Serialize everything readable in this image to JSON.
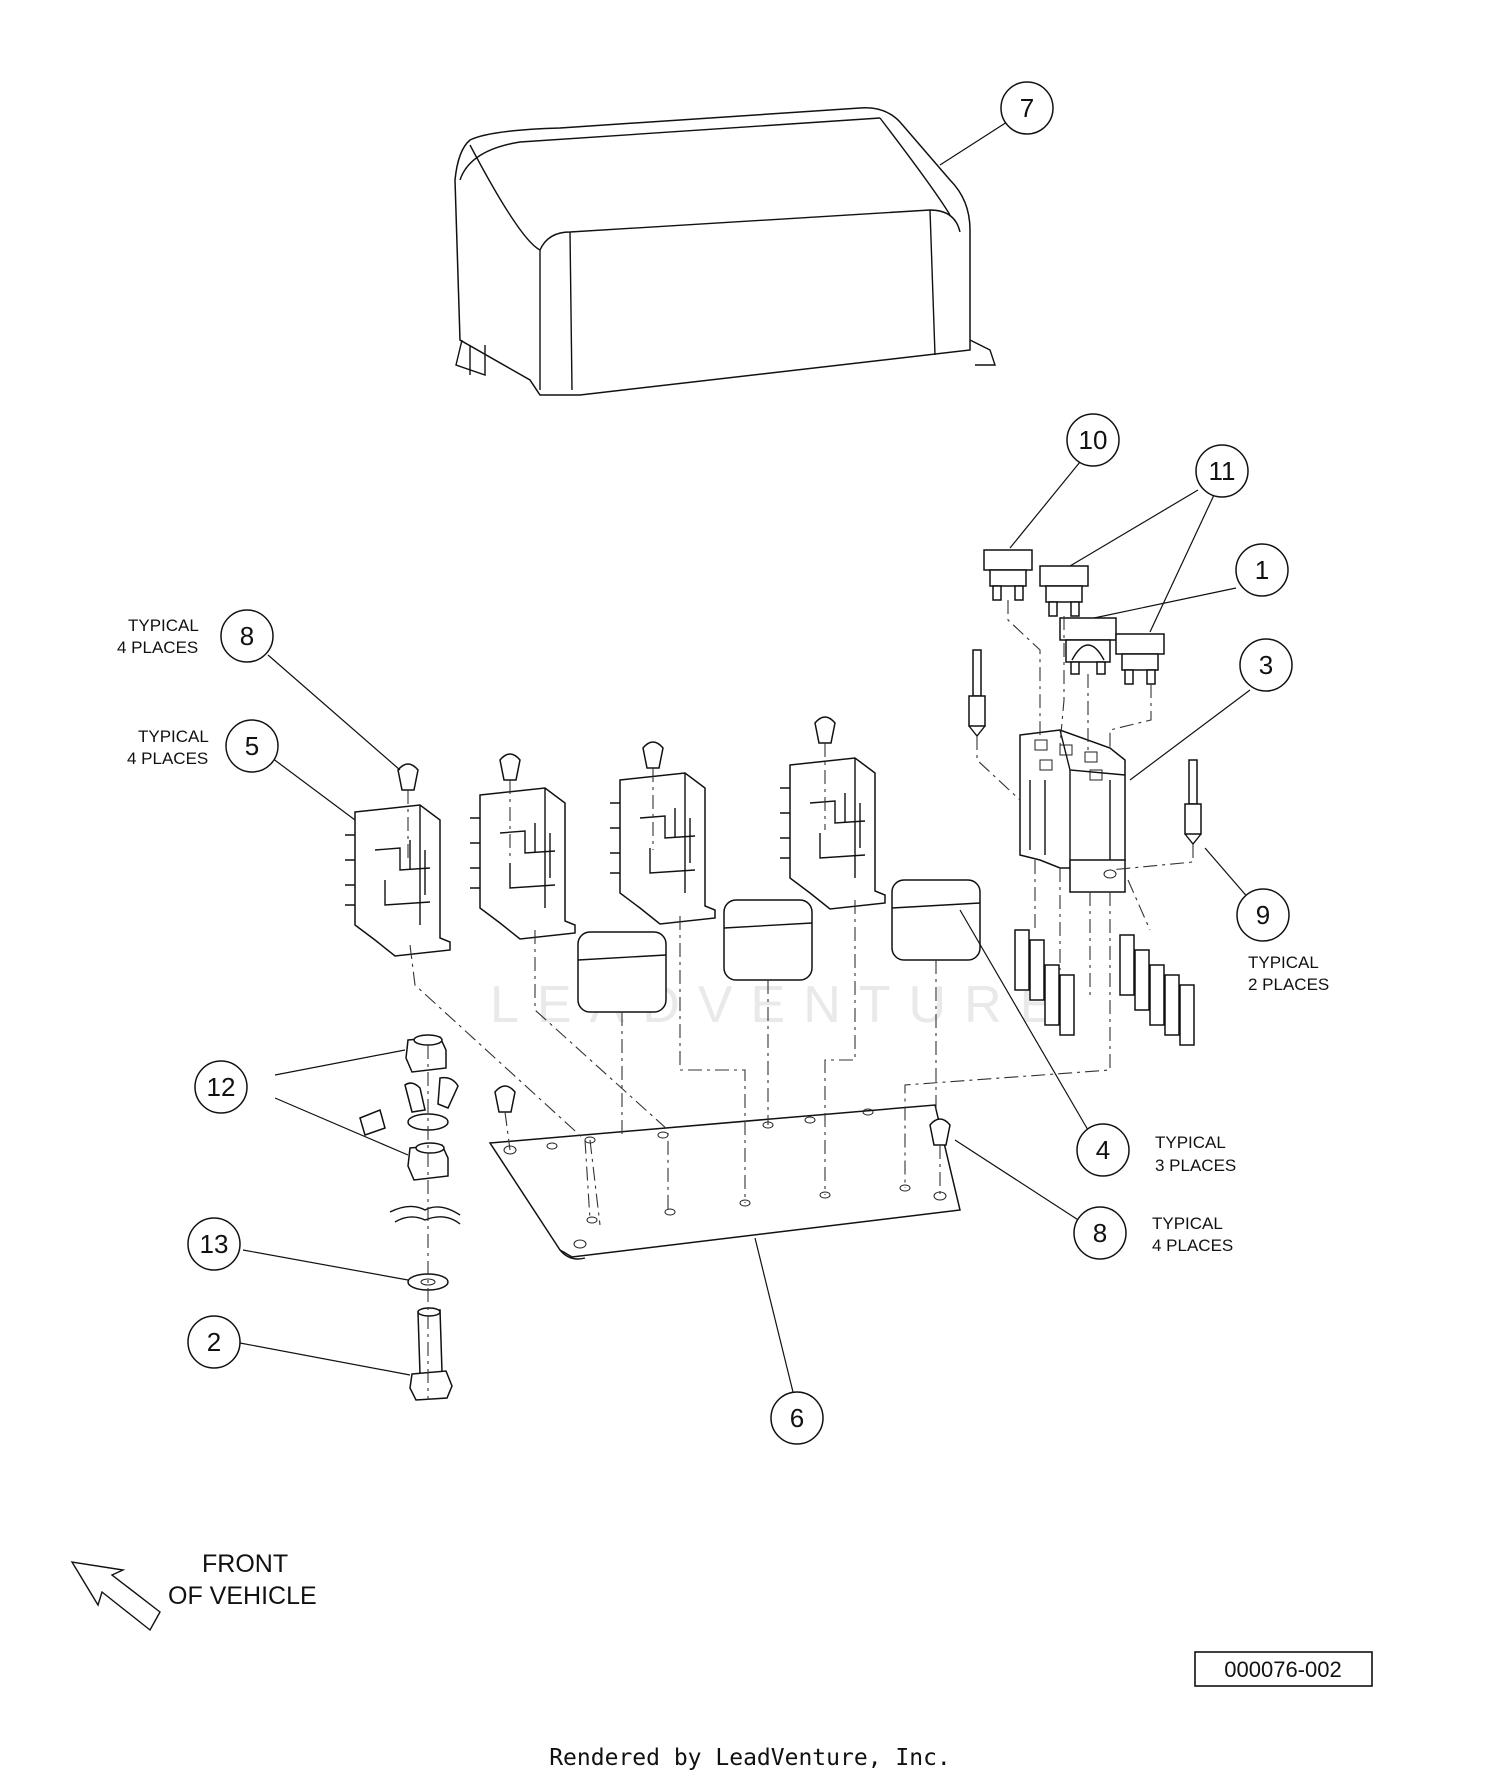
{
  "balloons": [
    {
      "n": "7"
    },
    {
      "n": "10"
    },
    {
      "n": "11"
    },
    {
      "n": "1"
    },
    {
      "n": "3"
    },
    {
      "n": "8"
    },
    {
      "n": "5"
    },
    {
      "n": "9"
    },
    {
      "n": "12"
    },
    {
      "n": "4"
    },
    {
      "n": "8"
    },
    {
      "n": "13"
    },
    {
      "n": "2"
    },
    {
      "n": "6"
    }
  ],
  "notes": {
    "n8_top": {
      "line1": "TYPICAL",
      "line2": "4 PLACES"
    },
    "n5": {
      "line1": "TYPICAL",
      "line2": "4 PLACES"
    },
    "n9": {
      "line1": "TYPICAL",
      "line2": "2 PLACES"
    },
    "n4": {
      "line1": "TYPICAL",
      "line2": "3  PLACES"
    },
    "n8_bottom": {
      "line1": "TYPICAL",
      "line2": "4 PLACES"
    }
  },
  "front_label": {
    "line1": "FRONT",
    "line2": "OF VEHICLE"
  },
  "drawing_number": "000076-002",
  "footer": "Rendered by LeadVenture, Inc.",
  "watermark": "LEADVENTURE"
}
